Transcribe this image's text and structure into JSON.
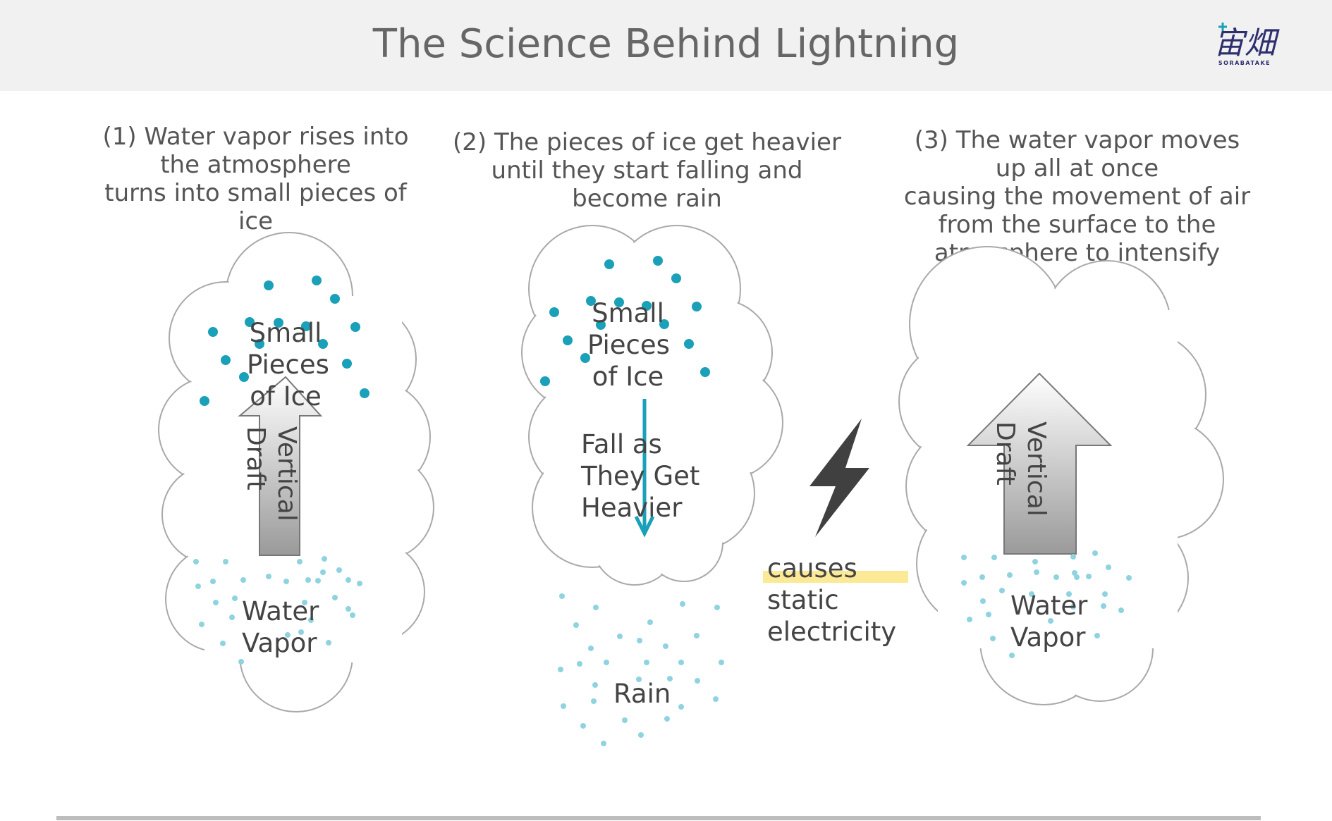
{
  "title": "The Science Behind Lightning",
  "logo": {
    "text": "宙畑",
    "subtext": "SORABATAKE"
  },
  "steps": [
    {
      "caption_lines": [
        "(1) Water vapor rises into",
        "the atmosphere",
        "turns into small pieces of",
        "ice"
      ]
    },
    {
      "caption_lines": [
        "(2) The pieces of ice get heavier",
        "until they start falling and",
        "become rain"
      ]
    },
    {
      "caption_lines": [
        "(3) The water vapor moves",
        "up all at once",
        "causing the movement of air",
        "from the surface to the",
        "atmosphere to intensify"
      ]
    }
  ],
  "labels": {
    "ice1": [
      "Small",
      "Pieces",
      "of Ice"
    ],
    "draft1": [
      "Vertical",
      "Draft"
    ],
    "vapor1": [
      "Water",
      "Vapor"
    ],
    "ice2": [
      "Small",
      "Pieces",
      "of Ice"
    ],
    "fall2": [
      "Fall as",
      "They Get",
      "Heavier"
    ],
    "rain": "Rain",
    "static": [
      "causes",
      "static",
      "electricity"
    ],
    "draft3": [
      "Vertical",
      "Draft"
    ],
    "vapor3": [
      "Water",
      "Vapor"
    ]
  },
  "colors": {
    "ice_dot": "#1aa0b8",
    "vapor_dot": "#8fd3e0",
    "cloud_stroke": "#a9a9a9",
    "arrow_blue": "#1aa0b8",
    "bolt": "#404040",
    "highlight": "#fbe995"
  },
  "icons": [
    "lightning-bolt-icon",
    "cloud-shape",
    "up-arrow",
    "down-arrow"
  ]
}
